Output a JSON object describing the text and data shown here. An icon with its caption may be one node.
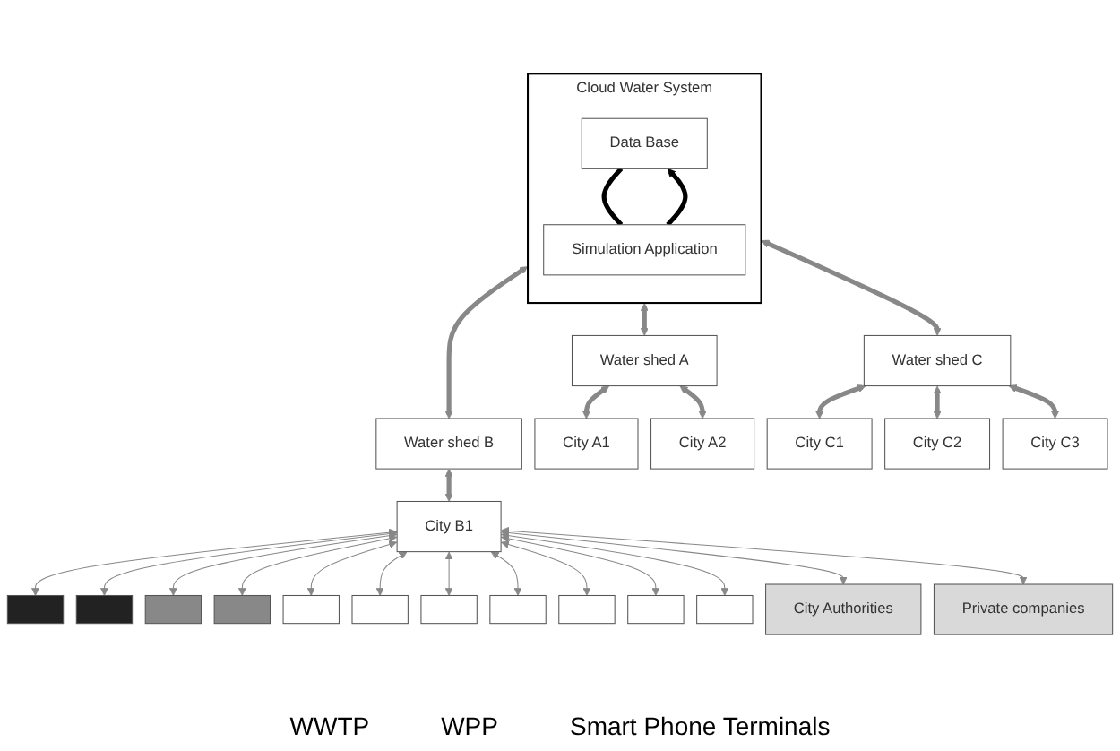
{
  "diagram": {
    "nodes": [
      {
        "text": [
          "Cloud Water System"
        ]
      },
      {
        "text": [
          "Data Base"
        ],
        "in": 0
      },
      {
        "text": [
          "Simulation Application"
        ],
        "in": 0
      },
      {
        "text": [
          "Water shed A"
        ]
      },
      {
        "text": [
          "Water shed B"
        ]
      },
      {
        "text": [
          "Water shed C"
        ]
      },
      {
        "text": [
          "City A1"
        ]
      },
      {
        "text": [
          "City A2"
        ]
      },
      {
        "text": [
          "City B1"
        ]
      },
      {
        "text": [
          "City C1"
        ]
      },
      {
        "text": [
          "City C2"
        ]
      },
      {
        "text": [
          "City C3"
        ]
      },
      {
        "text": [],
        "shape": "box"
      },
      {
        "text": [],
        "shape": "box"
      },
      {
        "text": [],
        "shape": "box"
      },
      {
        "text": [],
        "shape": "box"
      },
      {
        "text": [],
        "shape": "box"
      },
      {
        "text": [],
        "shape": "box"
      },
      {
        "text": [],
        "shape": "box"
      },
      {
        "text": [],
        "shape": "box"
      },
      {
        "text": [],
        "shape": "box"
      },
      {
        "text": [],
        "shape": "box"
      },
      {
        "text": [],
        "shape": "box"
      },
      {
        "text": [
          "City Authorities"
        ]
      },
      {
        "text": [
          "Private companies"
        ]
      }
    ],
    "edges": [
      {
        "from": 1,
        "to": 2,
        "arrow": "none",
        "style": "thick",
        "color": "#000000"
      },
      {
        "from": 2,
        "to": 1,
        "arrow": "to",
        "style": "thick",
        "color": "#000000"
      },
      {
        "from": 0,
        "to": 3,
        "arrow": "both",
        "style": "thick"
      },
      {
        "from": 0,
        "to": 4,
        "arrow": "both",
        "style": "thick"
      },
      {
        "from": 0,
        "to": 5,
        "arrow": "both",
        "style": "thick"
      },
      {
        "from": 3,
        "to": 6,
        "arrow": "both",
        "style": "thick"
      },
      {
        "from": 3,
        "to": 7,
        "arrow": "both",
        "style": "thick"
      },
      {
        "from": 4,
        "to": 8,
        "arrow": "both",
        "style": "thick"
      },
      {
        "from": 5,
        "to": 9,
        "arrow": "both",
        "style": "thick"
      },
      {
        "from": 5,
        "to": 10,
        "arrow": "both",
        "style": "thick"
      },
      {
        "from": 5,
        "to": 11,
        "arrow": "both",
        "style": "thick"
      },
      {
        "from": 8,
        "to": 12,
        "arrow": "both"
      },
      {
        "from": 8,
        "to": 13,
        "arrow": "both"
      },
      {
        "from": 8,
        "to": 14,
        "arrow": "both"
      },
      {
        "from": 8,
        "to": 15,
        "arrow": "both"
      },
      {
        "from": 8,
        "to": 16,
        "arrow": "both"
      },
      {
        "from": 8,
        "to": 17,
        "arrow": "both"
      },
      {
        "from": 8,
        "to": 18,
        "arrow": "both"
      },
      {
        "from": 8,
        "to": 19,
        "arrow": "both"
      },
      {
        "from": 8,
        "to": 20,
        "arrow": "both"
      },
      {
        "from": 8,
        "to": 21,
        "arrow": "both"
      },
      {
        "from": 8,
        "to": 22,
        "arrow": "both"
      },
      {
        "from": 8,
        "to": 23,
        "arrow": "both"
      },
      {
        "from": 8,
        "to": 24,
        "arrow": "both"
      }
    ],
    "labels": [
      "WWTP",
      "WPP",
      "Smart Phone Terminals"
    ]
  }
}
